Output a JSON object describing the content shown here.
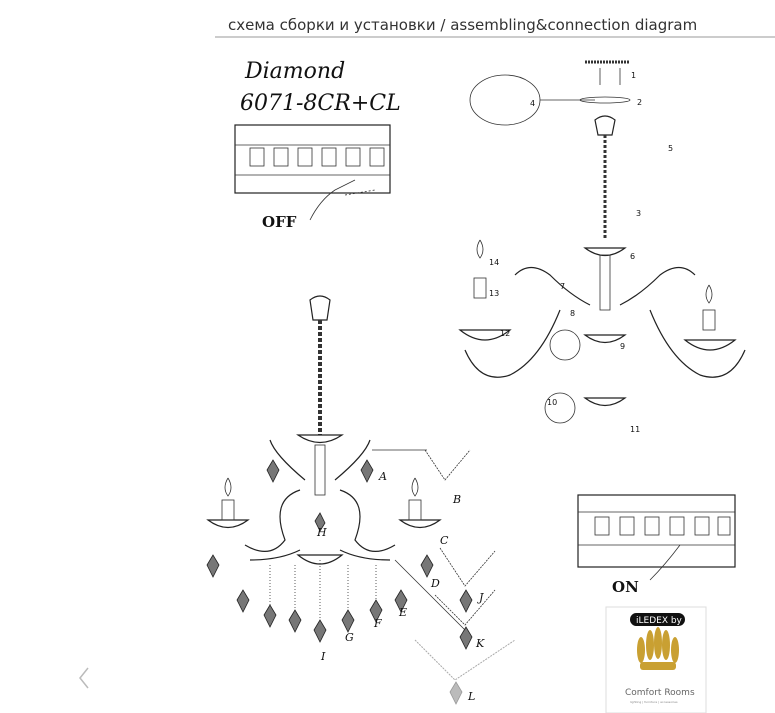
{
  "header": {
    "title": "схема сборки и установки / assembling&connection diagram"
  },
  "model": {
    "name": "Diamond",
    "code": "6071-8CR+CL"
  },
  "switch_states": {
    "off": "OFF",
    "on": "ON"
  },
  "step_numbers": [
    "1",
    "2",
    "3",
    "4",
    "5",
    "6",
    "7",
    "8",
    "9",
    "10",
    "11",
    "12",
    "13",
    "14"
  ],
  "part_letters": [
    "A",
    "B",
    "C",
    "D",
    "E",
    "F",
    "G",
    "H",
    "I",
    "J",
    "K",
    "L"
  ],
  "logo": {
    "badge": "iLEDEX by",
    "brand": "Comfort Rooms",
    "tagline": "lighting | furniture | accessories",
    "gold": "#c9a032"
  },
  "nav": {
    "prev_icon": "chevron-left-icon"
  }
}
